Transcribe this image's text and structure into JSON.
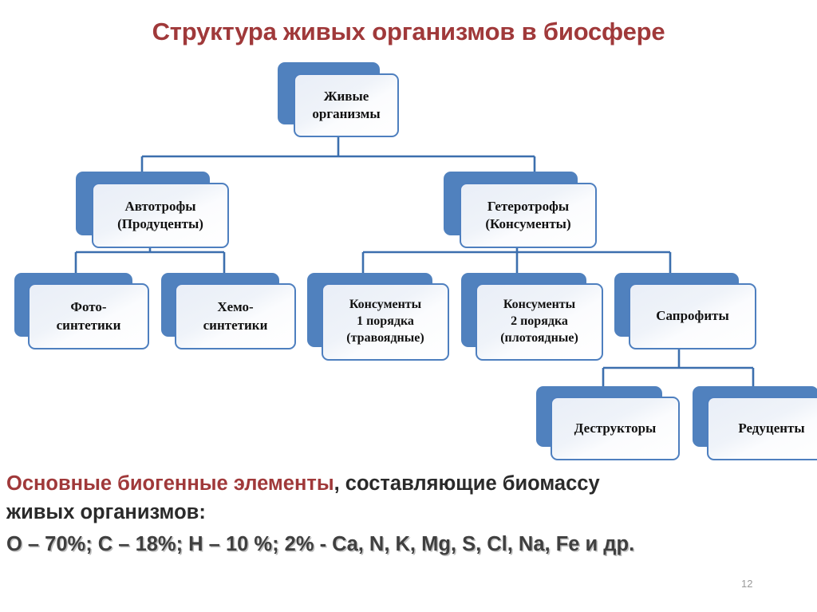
{
  "slide": {
    "title": "Структура живых организмов в биосфере",
    "page_number": "12",
    "accent_red": "#A0393A",
    "box_blue": "#5081BE",
    "box_border": "#4E7FBF",
    "connector_color": "#3C6FAE"
  },
  "diagram": {
    "type": "hierarchy-tree",
    "nodes": [
      {
        "id": "root",
        "label": "Живые\nорганизмы",
        "line1": "Живые",
        "line2": "организмы",
        "line3": ""
      },
      {
        "id": "auto",
        "label": "Автотрофы\n(Продуценты)",
        "line1": "Автотрофы",
        "line2": "(Продуценты)",
        "line3": ""
      },
      {
        "id": "hetero",
        "label": "Гетеротрофы\n(Консументы)",
        "line1": "Гетеротрофы",
        "line2": "(Консументы)",
        "line3": ""
      },
      {
        "id": "photo",
        "label": "Фото-\nсинтетики",
        "line1": "Фото-",
        "line2": "синтетики",
        "line3": ""
      },
      {
        "id": "chemo",
        "label": "Хемо-\nсинтетики",
        "line1": "Хемо-",
        "line2": "синтетики",
        "line3": ""
      },
      {
        "id": "cons1",
        "label": "Консументы\n1 порядка\n(травоядные)",
        "line1": "Консументы",
        "line2": "1 порядка",
        "line3": "(травоядные)"
      },
      {
        "id": "cons2",
        "label": "Консументы\n2 порядка\n(плотоядные)",
        "line1": "Консументы",
        "line2": "2 порядка",
        "line3": "(плотоядные)"
      },
      {
        "id": "sapro",
        "label": "Сапрофиты",
        "line1": "Сапрофиты",
        "line2": "",
        "line3": ""
      },
      {
        "id": "destruct",
        "label": "Деструкторы",
        "line1": "Деструкторы",
        "line2": "",
        "line3": ""
      },
      {
        "id": "reduce",
        "label": "Редуценты",
        "line1": "Редуценты",
        "line2": "",
        "line3": ""
      }
    ],
    "edges": [
      {
        "from": "root",
        "to": "auto"
      },
      {
        "from": "root",
        "to": "hetero"
      },
      {
        "from": "auto",
        "to": "photo"
      },
      {
        "from": "auto",
        "to": "chemo"
      },
      {
        "from": "hetero",
        "to": "cons1"
      },
      {
        "from": "hetero",
        "to": "cons2"
      },
      {
        "from": "hetero",
        "to": "sapro"
      },
      {
        "from": "sapro",
        "to": "destruct"
      },
      {
        "from": "sapro",
        "to": "reduce"
      }
    ]
  },
  "bottom": {
    "lead_red": "Основные биогенные элементы",
    "lead_rest": ", составляющие биомассу",
    "line2": "живых организмов:",
    "formula": "O – 70%; C – 18%; H – 10 %; 2% - Ca, N, K, Mg, S, Cl, Na, Fe  и др."
  }
}
